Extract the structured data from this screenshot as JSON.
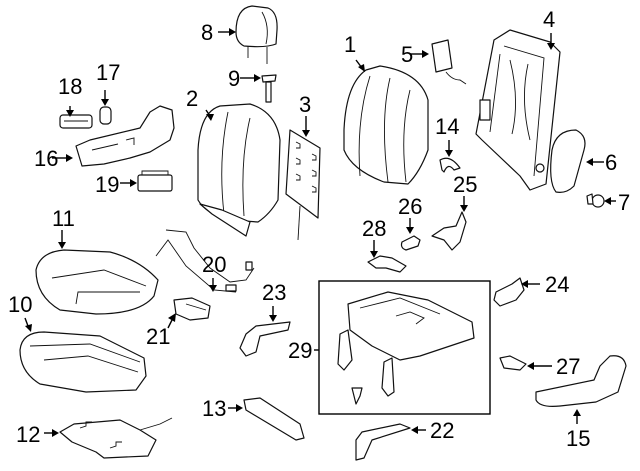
{
  "diagram": {
    "title": "Seat assembly exploded parts diagram",
    "callouts": [
      {
        "id": "1",
        "label": "1",
        "part": "seatback-cover"
      },
      {
        "id": "2",
        "label": "2",
        "part": "seatback-pad"
      },
      {
        "id": "3",
        "label": "3",
        "part": "seatback-heater"
      },
      {
        "id": "4",
        "label": "4",
        "part": "seatback-frame"
      },
      {
        "id": "5",
        "label": "5",
        "part": "side-airbag"
      },
      {
        "id": "6",
        "label": "6",
        "part": "side-shield-panel"
      },
      {
        "id": "7",
        "label": "7",
        "part": "knob"
      },
      {
        "id": "8",
        "label": "8",
        "part": "headrest"
      },
      {
        "id": "9",
        "label": "9",
        "part": "headrest-guide"
      },
      {
        "id": "10",
        "label": "10",
        "part": "cushion-pad"
      },
      {
        "id": "11",
        "label": "11",
        "part": "cushion-cover"
      },
      {
        "id": "12",
        "label": "12",
        "part": "cushion-heater"
      },
      {
        "id": "13",
        "label": "13",
        "part": "rail-cover"
      },
      {
        "id": "14",
        "label": "14",
        "part": "bushing"
      },
      {
        "id": "15",
        "label": "15",
        "part": "side-trim-cover"
      },
      {
        "id": "16",
        "label": "16",
        "part": "seat-shield"
      },
      {
        "id": "17",
        "label": "17",
        "part": "recline-knob"
      },
      {
        "id": "18",
        "label": "18",
        "part": "slide-knob"
      },
      {
        "id": "19",
        "label": "19",
        "part": "power-switch"
      },
      {
        "id": "20",
        "label": "20",
        "part": "wire-harness"
      },
      {
        "id": "21",
        "label": "21",
        "part": "control-module"
      },
      {
        "id": "22",
        "label": "22",
        "part": "rear-leg-cover"
      },
      {
        "id": "23",
        "label": "23",
        "part": "inner-leg-cover"
      },
      {
        "id": "24",
        "label": "24",
        "part": "bracket-upper"
      },
      {
        "id": "25",
        "label": "25",
        "part": "hinge-cover"
      },
      {
        "id": "26",
        "label": "26",
        "part": "cap"
      },
      {
        "id": "27",
        "label": "27",
        "part": "bracket-lower"
      },
      {
        "id": "28",
        "label": "28",
        "part": "clip-bracket"
      },
      {
        "id": "29",
        "label": "29",
        "part": "seat-track-adjuster"
      }
    ]
  }
}
